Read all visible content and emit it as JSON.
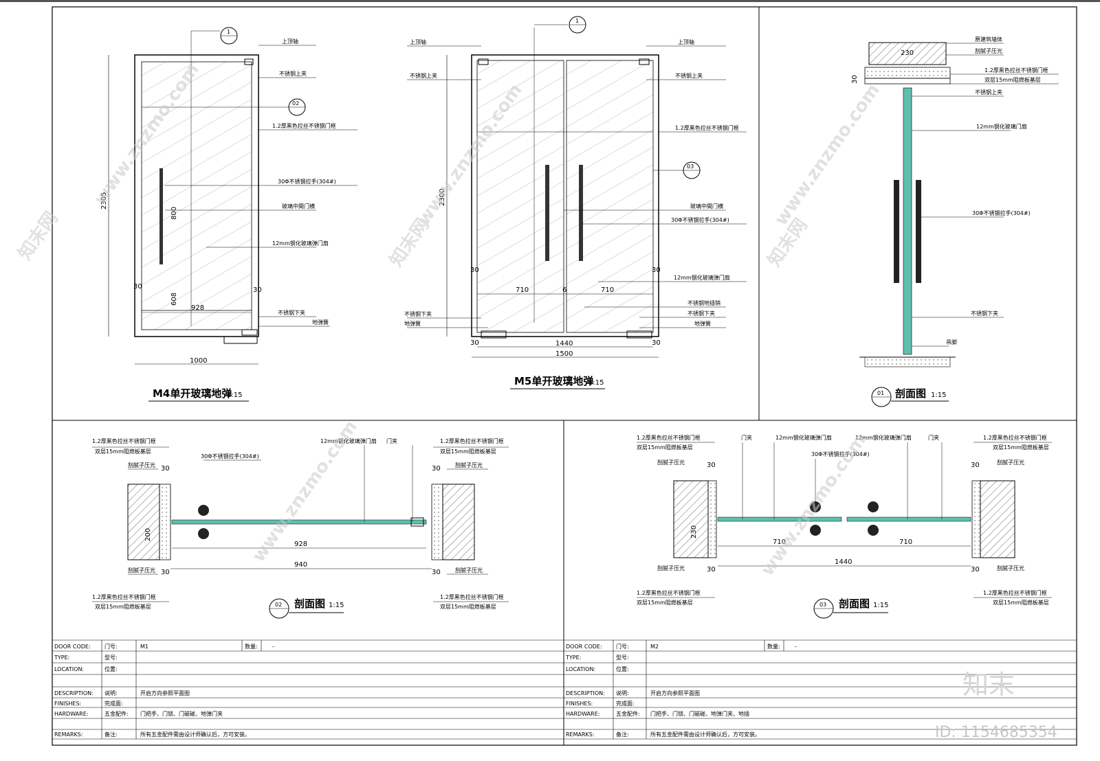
{
  "drawings": {
    "m4": {
      "title": "M4单开玻璃地弹",
      "scale": "1:15",
      "callout_top": "1",
      "callout_side": "02",
      "labels": [
        "上顶轴",
        "不锈钢上夹",
        "1.2厚黑色拉丝不锈钢门框",
        "30Φ不锈钢拉手(304#)",
        "玻璃中間门横",
        "12mm钢化玻璃弹门扇",
        "不锈钢下夹",
        "地弹簧"
      ],
      "dims": {
        "height": "2305",
        "width": "1000",
        "inner": "928",
        "handle": "800",
        "bottom": "608",
        "side_l": "30",
        "side_r": "30"
      }
    },
    "m5": {
      "title": "M5单开玻璃地弹",
      "scale": "1:15",
      "callout_top": "1",
      "callout_side": "03",
      "labels_left": [
        "上顶轴",
        "不锈钢上夹",
        "不锈钢下夹",
        "地弹簧"
      ],
      "labels_right": [
        "上顶轴",
        "不锈钢上夹",
        "1.2厚黑色拉丝不锈钢门框",
        "玻璃中間门横",
        "30Φ不锈钢拉手(304#)",
        "12mm钢化玻璃弹门扇",
        "不锈钢地插销",
        "不锈钢下夹",
        "地弹簧"
      ],
      "dims": {
        "height": "2300",
        "leaf_l": "710",
        "gap": "6",
        "leaf_r": "710",
        "inner": "1440",
        "outer": "1500",
        "side": "30"
      }
    },
    "sec01": {
      "title": "剖面图",
      "num": "01",
      "scale": "1:15",
      "labels": [
        "原建筑墙体",
        "刮腻子压光",
        "1.2厚黑色拉丝不锈钢门框",
        "双层15mm阻燃板基层",
        "不锈钢上夹",
        "12mm钢化玻璃门扇",
        "30Φ不锈钢拉手(304#)",
        "不锈钢下夹",
        "吊脚"
      ],
      "dims": {
        "top": "230",
        "side": "30"
      }
    },
    "sec02": {
      "title": "剖面图",
      "num": "02",
      "scale": "1:15",
      "labels": [
        "1.2厚黑色拉丝不锈钢门框",
        "双层15mm阻燃板基层",
        "刮腻子压光",
        "30Φ不锈钢拉手(304#)",
        "12mm钢化玻璃弹门扇",
        "门夹"
      ],
      "dims": {
        "inner": "928",
        "outer": "940",
        "side": "30",
        "wall": "200"
      }
    },
    "sec03": {
      "title": "剖面图",
      "num": "03",
      "scale": "1:15",
      "labels": [
        "1.2厚黑色拉丝不锈钢门框",
        "双层15mm阻燃板基层",
        "刮腻子压光",
        "门夹",
        "12mm钢化玻璃弹门扇",
        "30Φ不锈钢拉手(304#)"
      ],
      "dims": {
        "leaf_l": "710",
        "leaf_r": "710",
        "inner": "1440",
        "side": "30",
        "wall": "230"
      }
    }
  },
  "schedule": {
    "left": {
      "code_en": "DOOR CODE:",
      "code_cn": "门号:",
      "code_val": "M1",
      "qty_cn": "数量:",
      "qty_val": "-",
      "type_en": "TYPE:",
      "type_cn": "型号:",
      "loc_en": "LOCATION:",
      "loc_cn": "位置:",
      "desc_en": "DESCRIPTION:",
      "desc_cn": "说明:",
      "desc_val": "开启方向参照平面图",
      "fin_en": "FINISHES:",
      "fin_cn": "完成面:",
      "hw_en": "HARDWARE:",
      "hw_cn": "五金配件:",
      "hw_val": "门把手、门锁、门磁碰、地弹门夹",
      "rem_en": "REMARKS:",
      "rem_cn": "备注:",
      "rem_val": "所有五金配件需由设计师确认后，方可安装。"
    },
    "right": {
      "code_en": "DOOR CODE:",
      "code_cn": "门号:",
      "code_val": "M2",
      "qty_cn": "数量:",
      "qty_val": "-",
      "type_en": "TYPE:",
      "type_cn": "型号:",
      "loc_en": "LOCATION:",
      "loc_cn": "位置:",
      "desc_en": "DESCRIPTION:",
      "desc_cn": "说明:",
      "desc_val": "开启方向参照平面图",
      "fin_en": "FINISHES:",
      "fin_cn": "完成面:",
      "hw_en": "HARDWARE:",
      "hw_cn": "五金配件:",
      "hw_val": "门把手、门锁、门磁碰、地弹门夹、地插",
      "rem_en": "REMARKS:",
      "rem_cn": "备注:",
      "rem_val": "所有五金配件需由设计师确认后，方可安装。"
    }
  },
  "watermark": {
    "site": "www.znzmo.com",
    "brand": "知末网",
    "logo": "知末",
    "id": "ID: 1154685354"
  },
  "colors": {
    "glass": "#5fbfae",
    "line": "#000000",
    "hatch": "#555555"
  }
}
